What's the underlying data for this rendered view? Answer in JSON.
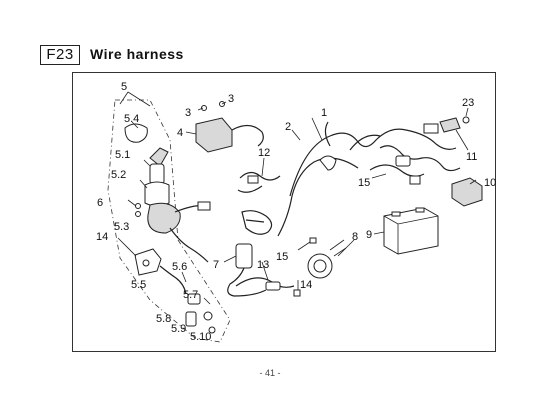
{
  "header": {
    "code": "F23",
    "title": "Wire harness"
  },
  "labels": {
    "l5": "5",
    "l54": "5.4",
    "l51": "5.1",
    "l52": "5.2",
    "l6": "6",
    "l53": "5.3",
    "l14a": "14",
    "l55": "5.5",
    "l56": "5.6",
    "l57": "5.7",
    "l58": "5.8",
    "l59": "5.9",
    "l510": "5.10",
    "l3a": "3",
    "l3b": "3",
    "l4": "4",
    "l12": "12",
    "l7": "7",
    "l13": "13",
    "l15a": "15",
    "l14b": "14",
    "l8": "8",
    "l9": "9",
    "l2": "2",
    "l1": "1",
    "l15b": "15",
    "l11": "11",
    "l10": "10",
    "l23": "23"
  },
  "footer": {
    "page": "- 41 -"
  }
}
